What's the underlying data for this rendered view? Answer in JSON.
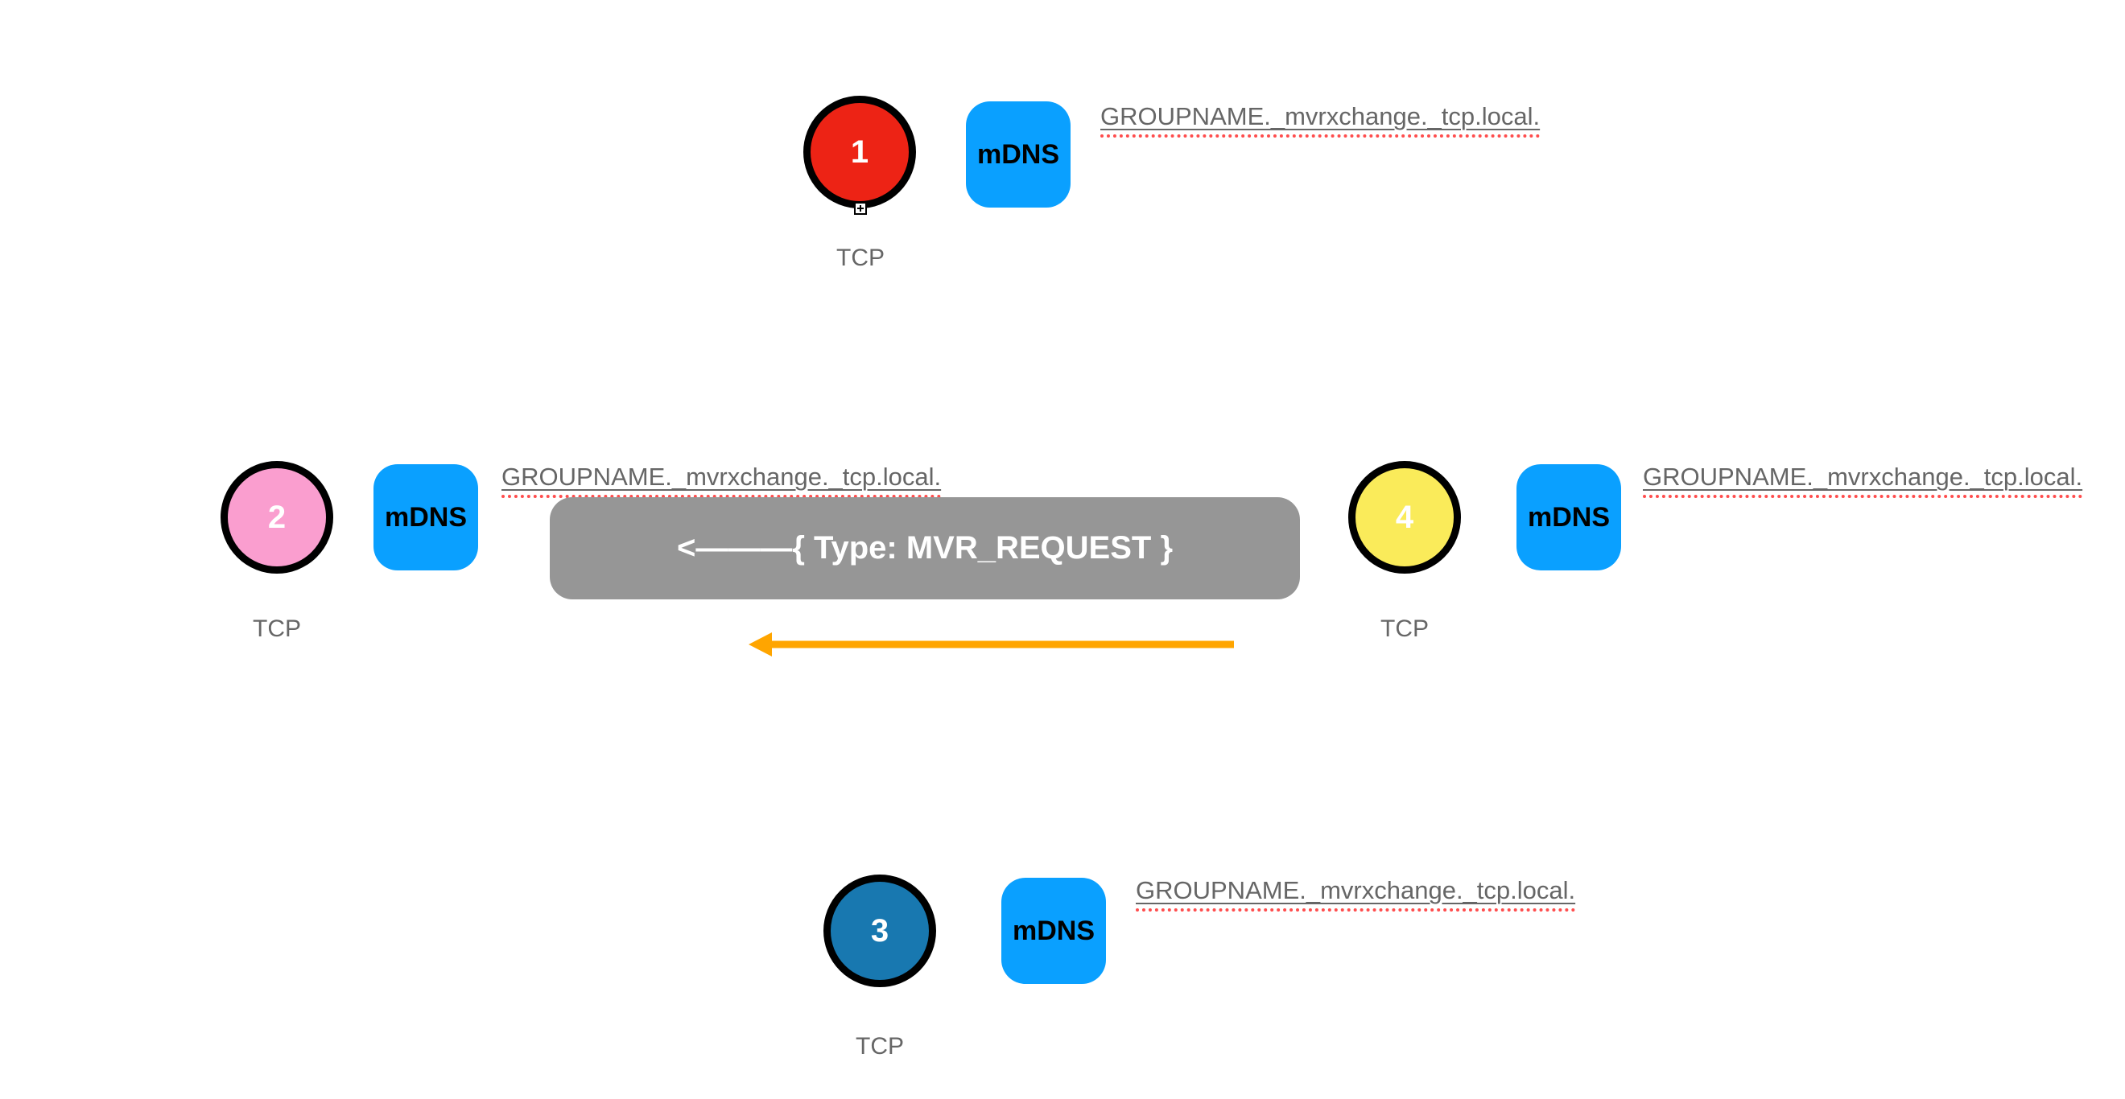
{
  "diagram": {
    "service_name": "GROUPNAME._mvrxchange._tcp.local.",
    "mdns_label": "mDNS",
    "tcp_label": "TCP",
    "message": "<———{ Type: MVR_REQUEST }",
    "nodes": [
      {
        "number": "1",
        "fill": "#ED2315"
      },
      {
        "number": "2",
        "fill": "#FA9ECF"
      },
      {
        "number": "3",
        "fill": "#1878B0"
      },
      {
        "number": "4",
        "fill": "#FAEB5A"
      }
    ],
    "colors": {
      "badge": "#0AA0FF",
      "message_box": "#969696",
      "arrow": "#FFA500",
      "text_gray": "#666666",
      "spellcheck_underline": "#FF4D4D",
      "node_border": "#000000"
    }
  }
}
